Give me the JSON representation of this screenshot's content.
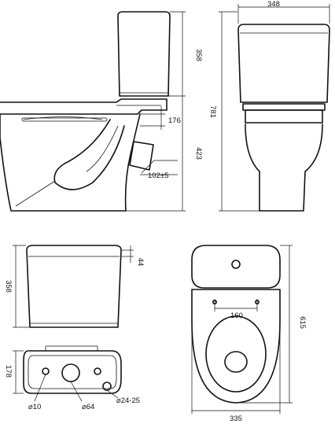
{
  "views": {
    "side": {
      "cistern_height": "358",
      "bowl_height": "423",
      "total_height": "781",
      "inlet_offset": "176",
      "outlet_diameter": "102±5"
    },
    "front": {
      "width": "348"
    },
    "cistern": {
      "height": "358",
      "lid_thickness": "44"
    },
    "cistern_bottom": {
      "depth": "178",
      "hole_small": "⌀10",
      "hole_large": "⌀64",
      "hole_side": "⌀24-25"
    },
    "top": {
      "bolt_spacing": "160",
      "length": "615",
      "width": "335"
    }
  }
}
